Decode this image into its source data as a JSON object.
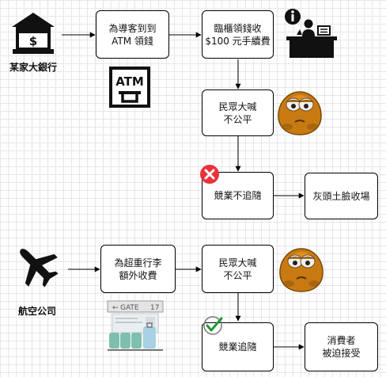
{
  "bank": {
    "label": "某家大銀行",
    "flow": [
      "為導客到到\nATM 領錢",
      "臨櫃領錢收\n$100 元手續費",
      "民眾大喊\n不公平",
      "競業不追隨",
      "灰頭土臉收場"
    ],
    "atm_sign": "ATM"
  },
  "airline": {
    "label": "航空公司",
    "flow": [
      "為超重行李\n額外收費",
      "民眾大喊\n不公平",
      "競業追隨",
      "消費者\n被迫接受"
    ],
    "gate_sign": "GATE",
    "gate_number": "17"
  }
}
